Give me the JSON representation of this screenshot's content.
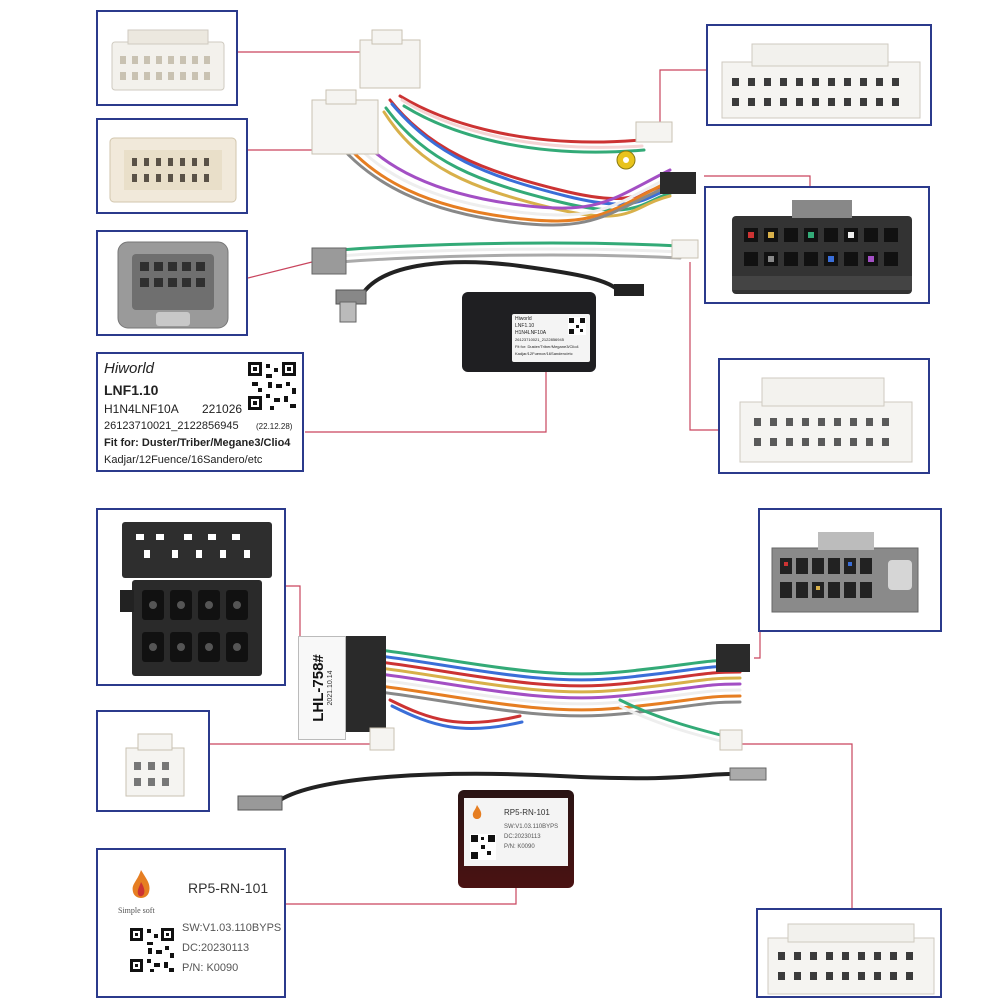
{
  "colors": {
    "panel_border": "#2b3a8c",
    "leader_line": "#c9455e",
    "connector_white": "#f3f1ec",
    "connector_black": "#2a2a2a",
    "connector_gray": "#8d8d8d",
    "module_black": "#1f1f22",
    "module_red": "#4a1212"
  },
  "label_lnf": {
    "brand": "Hiworld",
    "model": "LNF1.10",
    "code": "H1N4LNF10A",
    "date_code": "221026",
    "serial": "26123710021_2122856945",
    "serial_date": "(22.12.28)",
    "fit_for": "Fit for: Duster/Triber/Megane3/Clio4",
    "fit_for_2": "Kadjar/12Fuence/16Sandero/etc"
  },
  "module_top_sticker": {
    "brand": "Hiworld",
    "model": "LNF1.10",
    "code": "H1N4LNF10A",
    "serial": "26123710021_2122856945",
    "fit_for": "Fit for: Duster/Triber/Megane3/Clio4",
    "fit_for_2": "Kadjar/12Fuence/16Sandero/etc"
  },
  "harness_tag": {
    "part": "LHL-758#",
    "date": "2021.10.14"
  },
  "label_rp5": {
    "brand": "Simple soft",
    "model": "RP5-RN-101",
    "sw": "SW:V1.03.110BYPS",
    "dc": "DC:20230113",
    "pn": "P/N: K0090"
  },
  "module_bottom_sticker": {
    "model": "RP5-RN-101",
    "sw": "SW:V1.03.110BYPS",
    "dc": "DC:20230113",
    "pn": "P/N: K0090"
  },
  "icons": [
    "qr-code-icon",
    "flame-logo-icon"
  ]
}
